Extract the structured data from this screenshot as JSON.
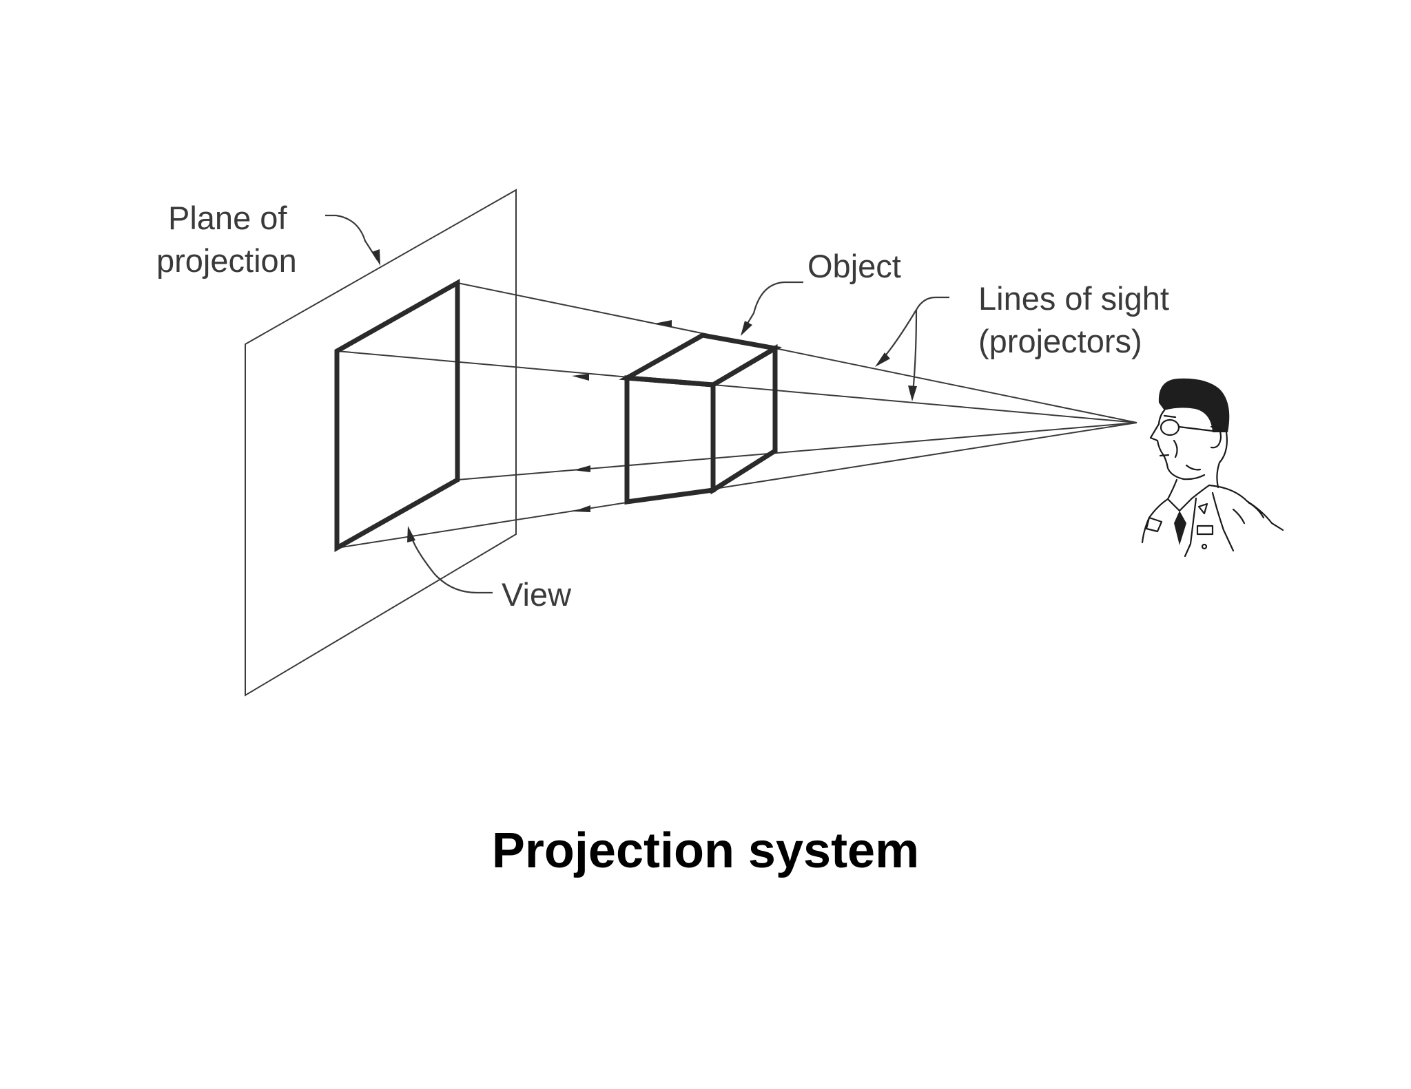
{
  "diagram": {
    "labels": {
      "plane": [
        "Plane of",
        "projection"
      ],
      "object": "Object",
      "lines_of_sight": [
        "Lines of sight",
        "(projectors)"
      ],
      "view": "View"
    },
    "caption": "Projection system"
  }
}
